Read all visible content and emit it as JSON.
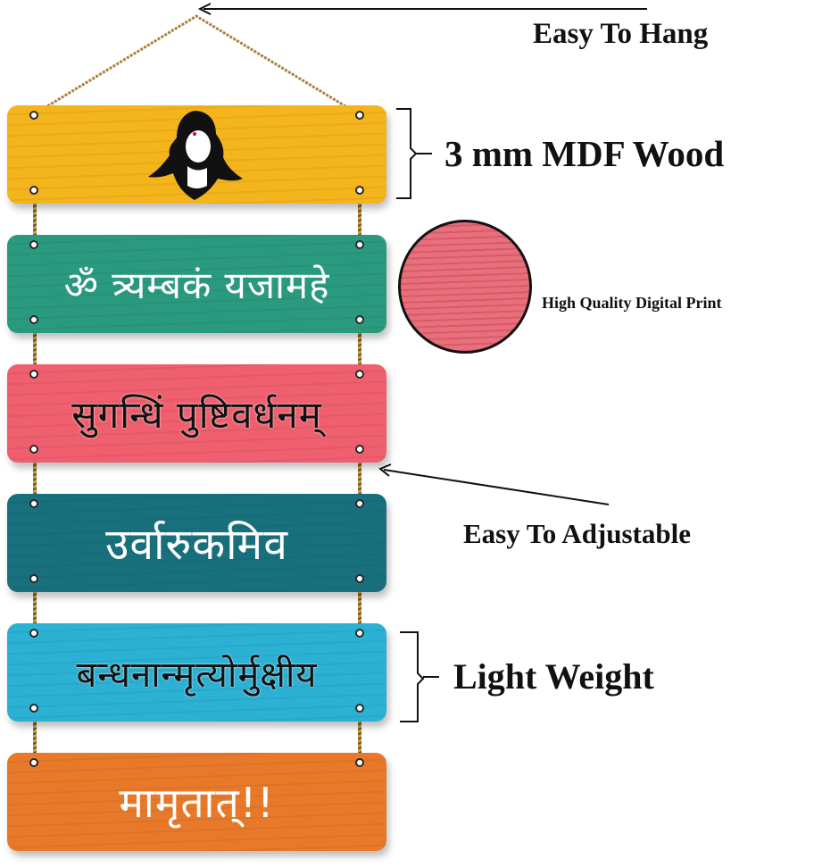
{
  "product": {
    "boards": [
      {
        "color": "#f4b41c",
        "text": "",
        "image": "shiva-face",
        "text_color": "#ffffff"
      },
      {
        "color": "#2a9a7e",
        "text": "ॐ त्र्यम्बकं यजामहे",
        "text_color": "#ffffff"
      },
      {
        "color": "#ef5f6e",
        "text": "सुगन्धिं पुष्टिवर्धनम्",
        "text_color": "#111111"
      },
      {
        "color": "#19707d",
        "text": "उर्वारुकमिव",
        "text_color": "#ffffff"
      },
      {
        "color": "#2bb1d4",
        "text": "बन्धनान्मृत्योर्मुक्षीय",
        "text_color": "#111111"
      },
      {
        "color": "#e8792a",
        "text": "मामृतात्!!",
        "text_color": "#ffffff"
      }
    ]
  },
  "features": {
    "hang": "Easy To Hang",
    "material": "3 mm MDF Wood",
    "print": "High Quality Digital Print",
    "adjust": "Easy To Adjustable",
    "weight": "Light Weight"
  },
  "colors": {
    "rope": "#b08a3e",
    "print_swatch": "#e8707c",
    "text": "#111111"
  }
}
